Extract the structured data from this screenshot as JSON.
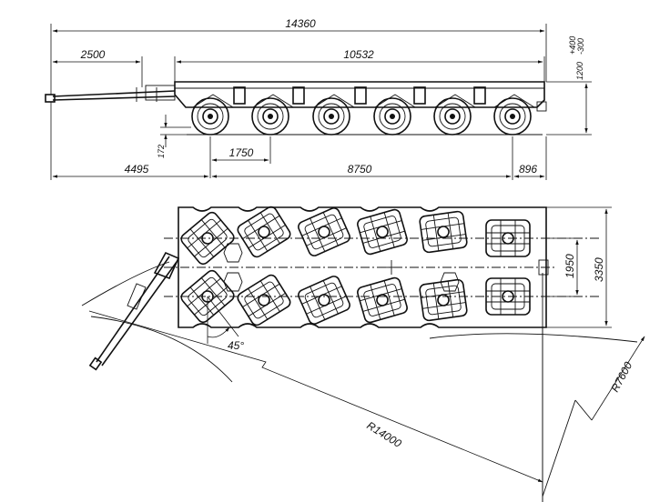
{
  "side_view": {
    "overall_length": "14360",
    "drawbar_length": "2500",
    "platform_length": "10532",
    "height_label": "1200",
    "height_tol_plus": "+400",
    "height_tol_minus": "-300",
    "ground_clearance": "172",
    "axle_spacing": "1750",
    "front_overhang": "4495",
    "wheelbase": "8750",
    "rear_overhang": "896"
  },
  "top_view": {
    "track_width": "1950",
    "overall_width": "3350",
    "steering_angle": "45°",
    "inner_radius": "R7600",
    "outer_radius": "R14000"
  }
}
